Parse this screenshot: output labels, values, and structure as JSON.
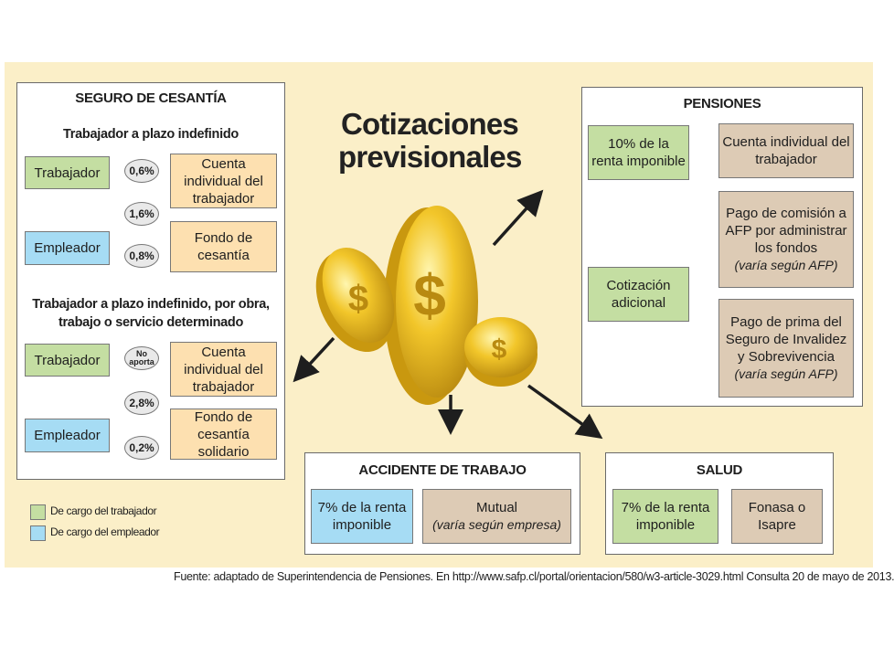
{
  "title": [
    "Cotizaciones",
    "previsionales"
  ],
  "seguro": {
    "header": "SEGURO DE CESANTÍA",
    "sub1": "Trabajador a plazo indefinido",
    "sub2_line1": "Trabajador a plazo indefinido, por obra,",
    "sub2_line2": "trabajo o servicio determinado",
    "g1": {
      "trabajador": "Trabajador",
      "empleador": "Empleador",
      "pct_trab": "0,6%",
      "pct_both": "1,6%",
      "pct_emp": "0,8%",
      "cuenta": "Cuenta individual del trabajador",
      "fondo": "Fondo de cesantía"
    },
    "g2": {
      "trabajador": "Trabajador",
      "empleador": "Empleador",
      "pct_trab_1": "No",
      "pct_trab_2": "aporta",
      "pct_both": "2,8%",
      "pct_emp": "0,2%",
      "cuenta": "Cuenta individual del trabajador",
      "fondo": "Fondo de cesantía solidario"
    }
  },
  "pensiones": {
    "header": "PENSIONES",
    "renta": "10% de la renta imponible",
    "cuenta": "Cuenta individual del trabajador",
    "adicional": "Cotización adicional",
    "comision": "Pago de comisión a AFP por administrar los fondos",
    "comision_note": "(varía según AFP)",
    "prima": "Pago de prima del Seguro de Invalidez y Sobrevivencia",
    "prima_note": "(varía según AFP)"
  },
  "accidente": {
    "header": "ACCIDENTE DE TRABAJO",
    "renta": "7% de la renta imponible",
    "mutual": "Mutual",
    "mutual_note": "(varía según empresa)"
  },
  "salud": {
    "header": "SALUD",
    "renta": "7% de la renta imponible",
    "fonasa": "Fonasa o Isapre"
  },
  "legend": [
    {
      "label": "De cargo del trabajador",
      "color": "#c4dea2"
    },
    {
      "label": "De cargo del empleador",
      "color": "#a6dcf4"
    }
  ],
  "source": "Fuente: adaptado de Superintendencia de Pensiones. En http://www.safp.cl/portal/orientacion/580/w3-article-3029.html      Consulta 20 de mayo de 2013.",
  "colors": {
    "background_panel": "#fbefc8",
    "worker": "#c4dea2",
    "employer": "#a6dcf4",
    "destination": "#ddcbb5",
    "fund": "#fde0b0",
    "coin": "#f2c62a"
  }
}
